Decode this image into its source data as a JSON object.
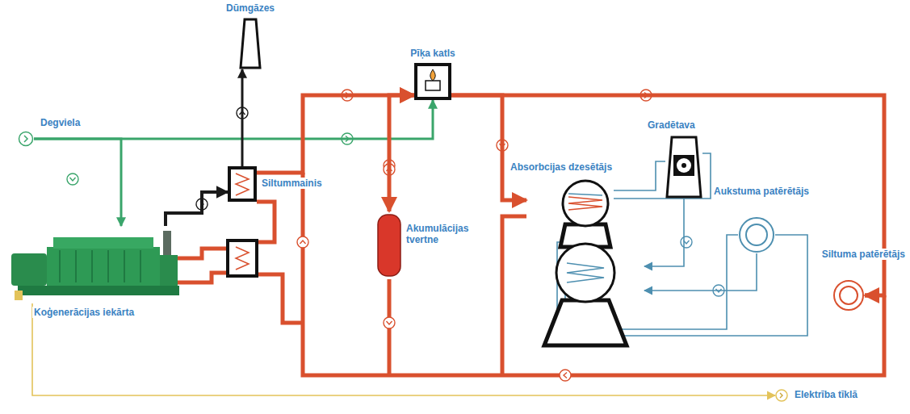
{
  "diagram": {
    "nodes": [
      {
        "text": [
          "Dūmgāzes"
        ]
      },
      {
        "text": [
          "Pīķa katls"
        ]
      },
      {
        "text": [
          "Degviela"
        ]
      },
      {
        "text": [
          "Siltummainis"
        ]
      },
      {
        "text": [
          "Koģenerācijas iekārta"
        ]
      },
      {
        "text": [
          "Akumulācijas tvertne"
        ]
      },
      {
        "text": [
          "Absorbcijas dzesētājs"
        ]
      },
      {
        "text": [
          "Gradētava"
        ]
      },
      {
        "text": [
          "Aukstuma patērētājs"
        ]
      },
      {
        "text": [
          "Siltuma patērētājs"
        ]
      },
      {
        "text": [
          "Elektrība tīklā"
        ]
      }
    ],
    "edges": [
      {
        "from": 2,
        "to": 4,
        "arrow": "to"
      },
      {
        "from": 2,
        "to": 1,
        "arrow": "to"
      },
      {
        "from": 4,
        "to": 3,
        "arrow": "to"
      },
      {
        "from": 3,
        "to": 0,
        "arrow": "to"
      },
      {
        "from": 3,
        "to": 1,
        "arrow": "to"
      },
      {
        "from": 1,
        "to": 5,
        "arrow": "both"
      },
      {
        "from": 1,
        "to": 6,
        "arrow": "to"
      },
      {
        "from": 1,
        "to": 9,
        "arrow": "to"
      },
      {
        "from": 7,
        "to": 6,
        "arrow": "to"
      },
      {
        "from": 8,
        "to": 6,
        "arrow": "to"
      },
      {
        "from": 4,
        "to": 10,
        "arrow": "to"
      }
    ]
  }
}
